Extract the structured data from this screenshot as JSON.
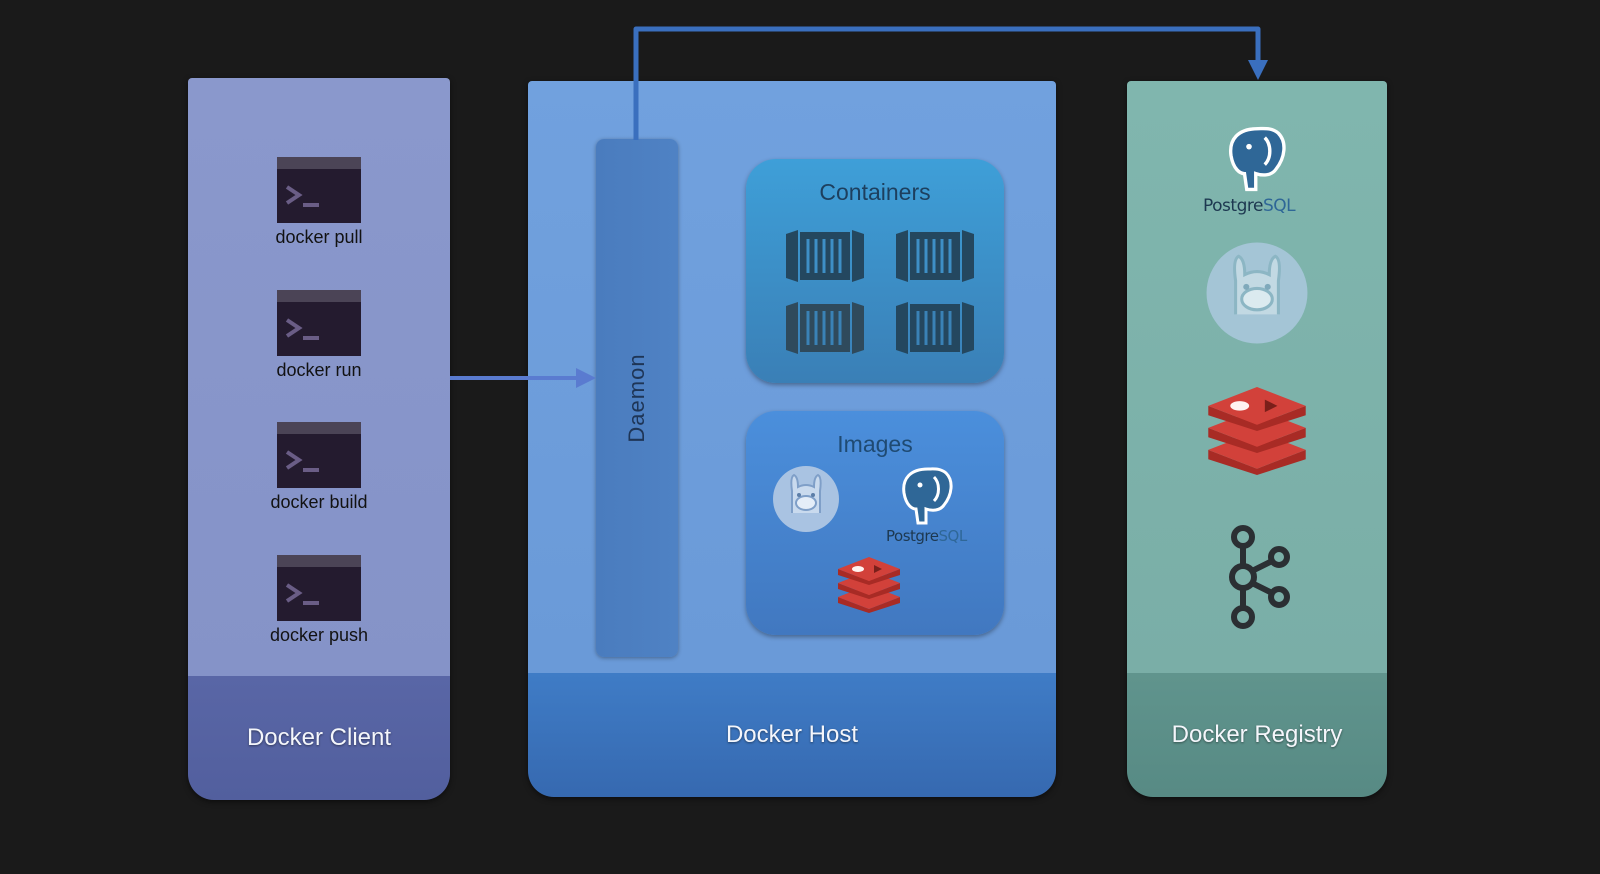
{
  "panels": {
    "client": {
      "title": "Docker Client"
    },
    "host": {
      "title": "Docker Host"
    },
    "registry": {
      "title": "Docker Registry"
    }
  },
  "commands": [
    "docker pull",
    "docker run",
    "docker build",
    "docker push"
  ],
  "daemon": {
    "label": "Daemon"
  },
  "containers": {
    "title": "Containers"
  },
  "images": {
    "title": "Images"
  },
  "logos": {
    "postgres_a": "Postgre",
    "postgres_b": "SQL"
  },
  "colors": {
    "background": "#1a1a1a",
    "client": "#8a98cc",
    "host": "#71a1de",
    "registry": "#80b6ae",
    "connector": "#3f72c0",
    "redis": "#d2413a"
  },
  "icons": [
    "terminal-icon",
    "container-icon",
    "postgresql-logo",
    "llama-logo",
    "redis-logo",
    "kafka-logo"
  ]
}
